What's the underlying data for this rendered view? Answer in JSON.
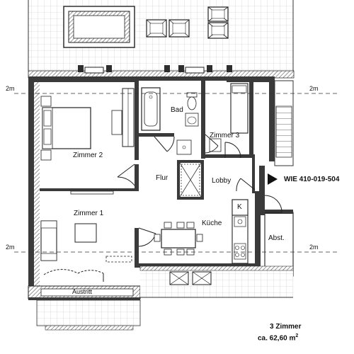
{
  "rooms": {
    "zimmer2": "Zimmer 2",
    "bad": "Bad",
    "zimmer3": "Zimmer 3",
    "flur": "Flur",
    "lobby": "Lobby",
    "zimmer1": "Zimmer 1",
    "kueche": "Küche",
    "k": "K",
    "abst": "Abst.",
    "austritt": "Austritt"
  },
  "level_marks": [
    "2m",
    "2m",
    "2m",
    "2m"
  ],
  "unit": {
    "id": "WIE 410-019-504",
    "rooms_text": "3 Zimmer",
    "area_text": "ca. 62,60 m",
    "area_sup": "2"
  },
  "colors": {
    "wall": "#3a3a3a",
    "wall_hatch": "#9a9a9a",
    "grid": "#bdbdbd",
    "line": "#222222"
  }
}
